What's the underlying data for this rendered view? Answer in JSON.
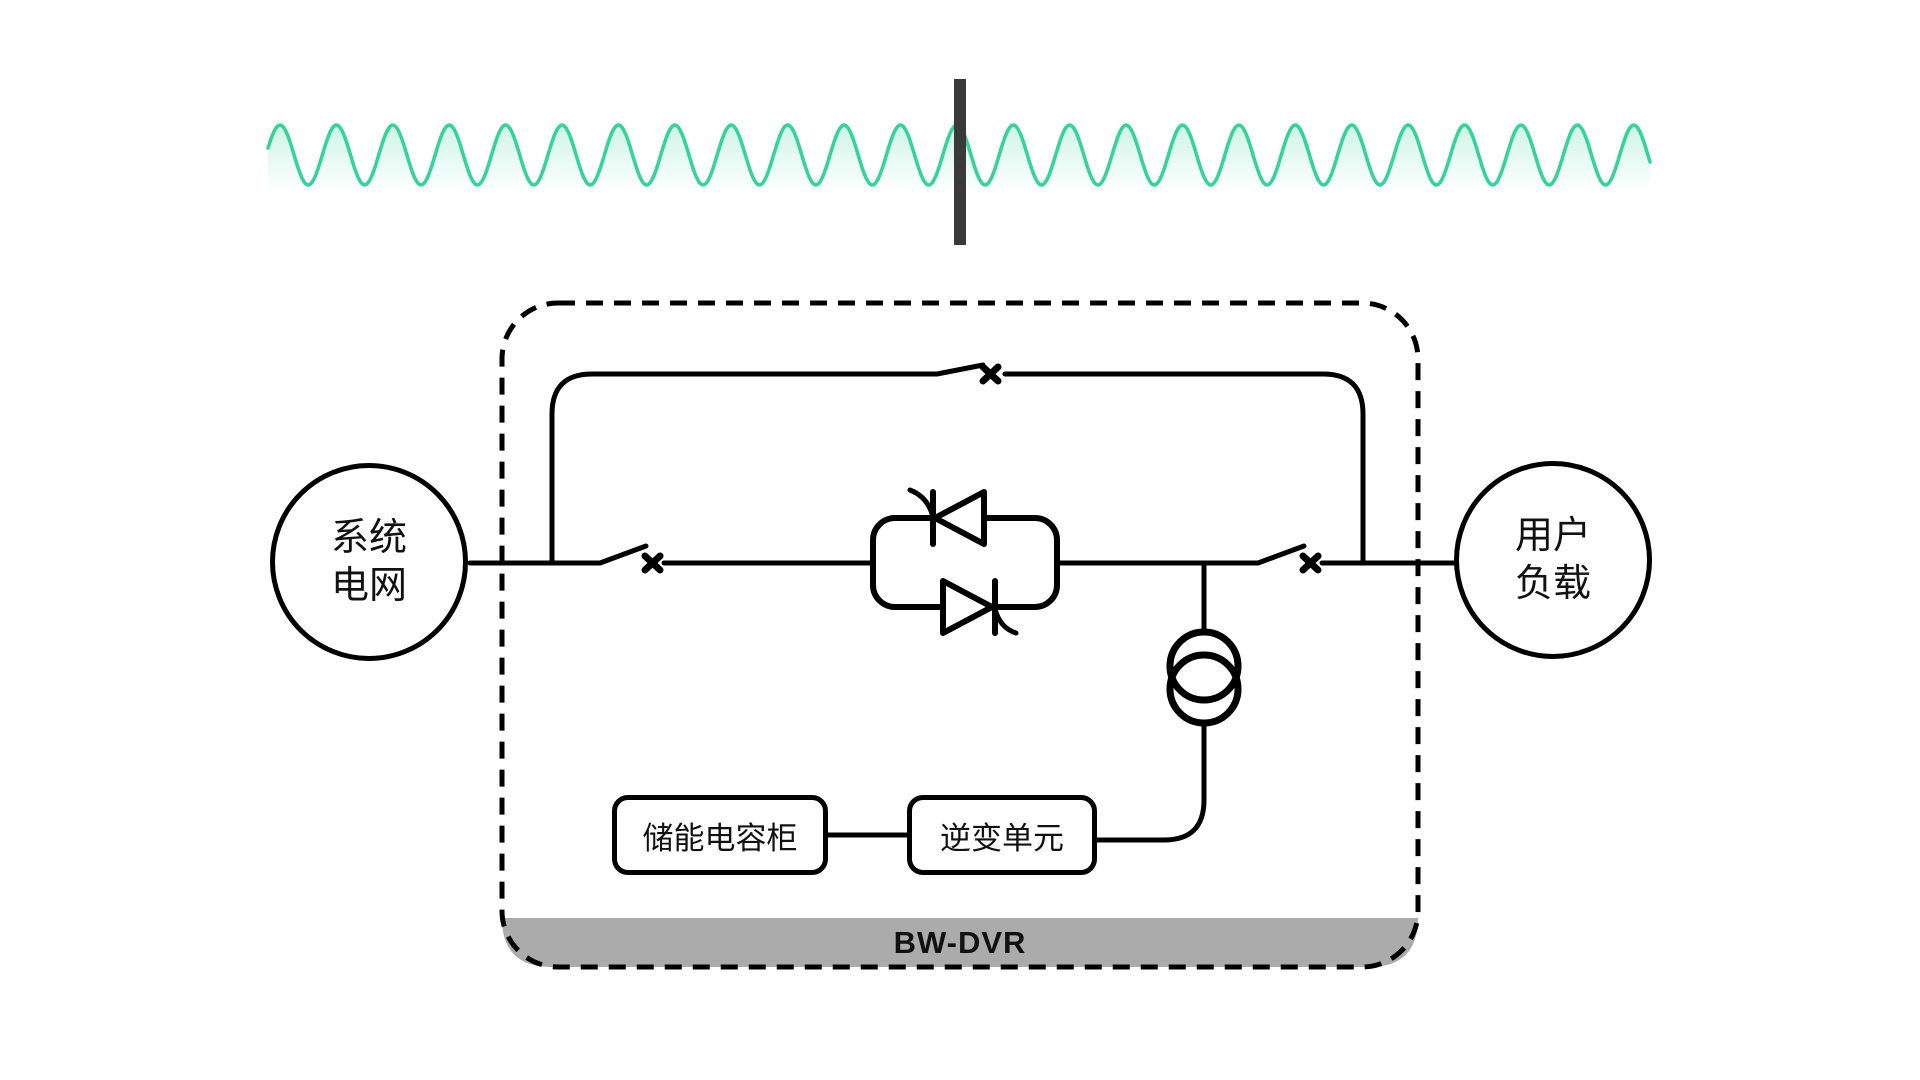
{
  "colors": {
    "wave_green": "#34d399",
    "sag_bar": "#3a3a3a",
    "line_black": "#000000",
    "footer_gray": "#ababab"
  },
  "waveform": {
    "cycles": 24.5,
    "sag_marker_position": "center"
  },
  "nodes": {
    "grid": {
      "line1": "系统",
      "line2": "电网"
    },
    "load": {
      "line1": "用户",
      "line2": "负载"
    },
    "storage": {
      "label": "储能电容柜"
    },
    "inverter": {
      "label": "逆变单元"
    },
    "enclosure": {
      "label": "BW-DVR"
    }
  }
}
